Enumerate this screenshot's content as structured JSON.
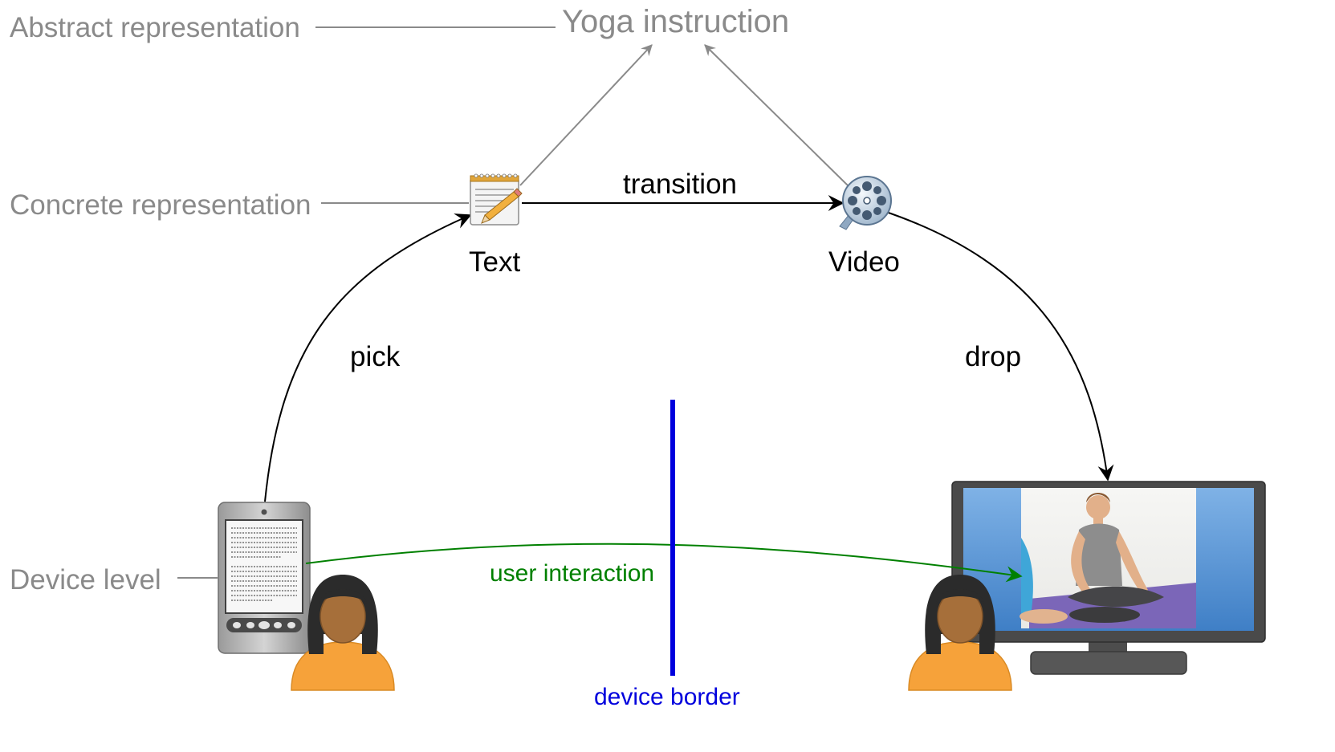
{
  "levels": {
    "abstract": "Abstract representation",
    "concrete": "Concrete representation",
    "device": "Device level"
  },
  "nodes": {
    "abstract_title": "Yoga instruction",
    "text": "Text",
    "video": "Video"
  },
  "edges": {
    "transition": "transition",
    "pick": "pick",
    "drop": "drop",
    "user_interaction": "user interaction",
    "device_border": "device border"
  },
  "icons": {
    "text_node": "notepad-pencil-icon",
    "video_node": "film-reel-icon",
    "source_device": "tablet-ereader-icon",
    "target_device": "monitor-icon",
    "user": "user-avatar-icon",
    "video_frame": "yoga-photo"
  },
  "colors": {
    "level_text": "#8a8a8a",
    "edge": "#000000",
    "abstraction_edge": "#8a8a8a",
    "user_interaction": "#008000",
    "device_border": "#0000dd",
    "avatar_body": "#f6a23a",
    "avatar_face": "#a66f3a",
    "avatar_hair": "#2b2b2b"
  }
}
